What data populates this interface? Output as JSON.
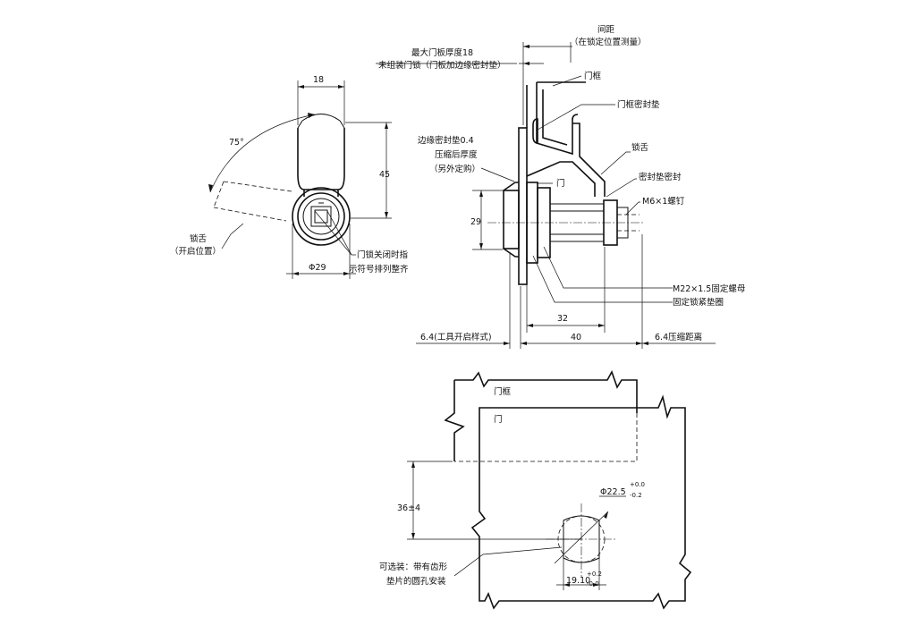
{
  "left_view": {
    "dim_top": "18",
    "dim_height": "45",
    "angle": "75°",
    "diameter": "Φ29",
    "label_tongue_1": "锁舌",
    "label_tongue_2": "（开启位置）",
    "note_1": "门锁关闭时指",
    "note_2": "示符号排列整齐"
  },
  "side_view": {
    "gap_1": "间距",
    "gap_2": "（在锁定位置测量）",
    "max_door_1": "最大门板厚度18",
    "max_door_2": "未组装门锁（门板加边缘密封垫）",
    "frame": "门框",
    "frame_seal": "门框密封垫",
    "tongue": "锁舌",
    "seal_seal": "密封垫密封",
    "screw": "M6×1螺钉",
    "edge_seal_1": "边缘密封垫0.4",
    "edge_seal_2": "压缩后厚度",
    "edge_seal_3": "（另外定购）",
    "door": "门",
    "dim_29": "29",
    "nut": "M22×1.5固定螺母",
    "washer": "固定锁紧垫圈",
    "dim_32": "32",
    "dim_40": "40",
    "tool_1": "6.4(工具开启样式)",
    "compress": "6.4压缩距离"
  },
  "bottom_view": {
    "frame": "门框",
    "door": "门",
    "dim_36": "36±4",
    "hole_d": "Φ22.5",
    "hole_d_tol_up": "+0.0",
    "hole_d_tol_dn": "-0.2",
    "flat": "19.10",
    "flat_tol_up": "+0.2",
    "flat_tol_dn": "-0.0",
    "option_1": "可选装：带有齿形",
    "option_2": "垫片的圆孔安装"
  }
}
